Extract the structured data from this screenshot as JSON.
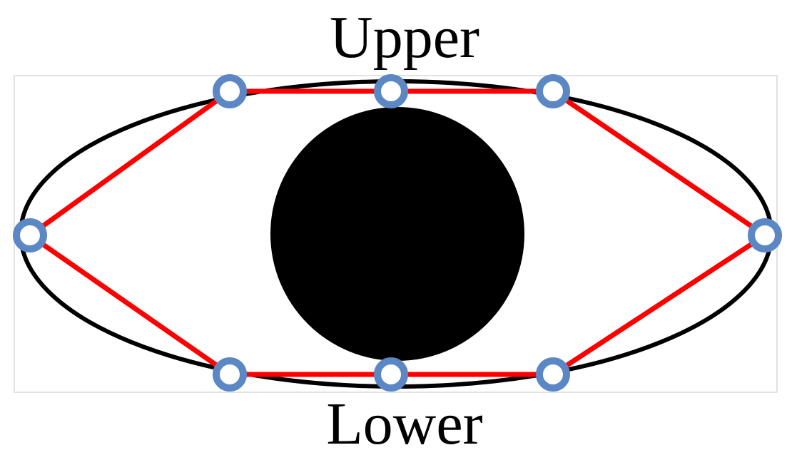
{
  "labels": {
    "upper": "Upper",
    "lower": "Lower"
  },
  "colors": {
    "eye_outline": "#000000",
    "polygon": "#ff0000",
    "landmark": "#5b87c5",
    "pupil": "#000000",
    "frame": "#d9d9d9",
    "background": "#ffffff"
  },
  "landmarks": {
    "upper": [
      "upper-left",
      "upper-center",
      "upper-right"
    ],
    "lower": [
      "lower-left",
      "lower-center",
      "lower-right"
    ],
    "corners": [
      "left-corner",
      "right-corner"
    ]
  }
}
